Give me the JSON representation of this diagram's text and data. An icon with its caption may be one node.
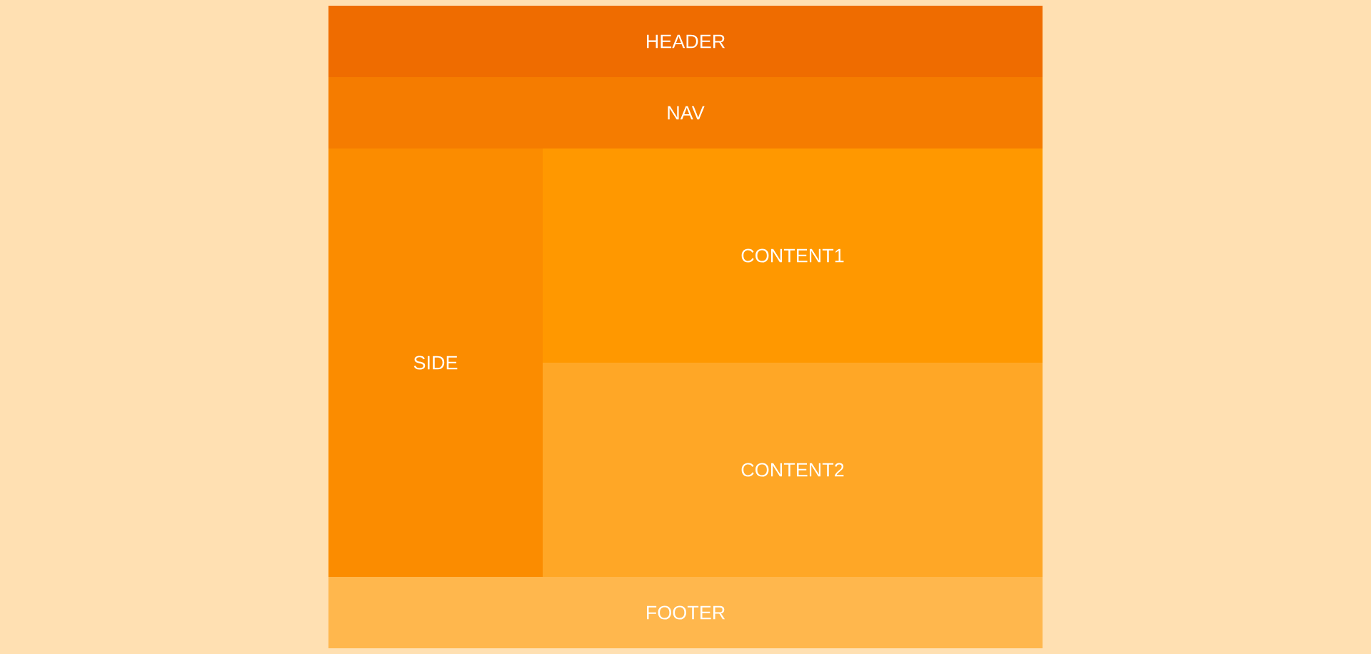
{
  "diagram": {
    "nodes": [
      {
        "text": [
          "HEADER"
        ]
      },
      {
        "text": [
          "NAV"
        ]
      },
      {
        "text": [
          "SIDE"
        ]
      },
      {
        "text": [
          "CONTENT1"
        ]
      },
      {
        "text": [
          "CONTENT2"
        ]
      },
      {
        "text": [
          "FOOTER"
        ]
      }
    ]
  }
}
